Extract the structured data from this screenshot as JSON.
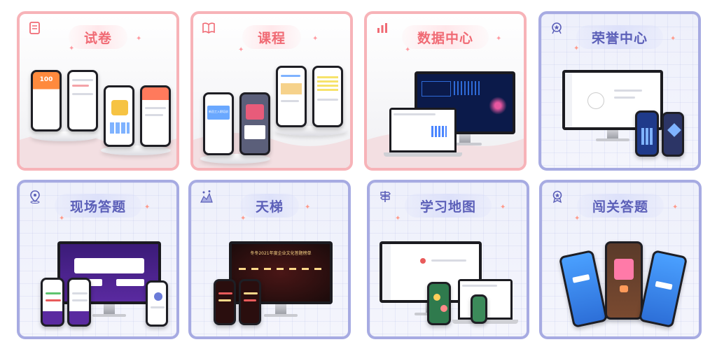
{
  "cards": [
    {
      "title": "试卷",
      "icon": "exam-paper-icon"
    },
    {
      "title": "课程",
      "icon": "course-book-icon"
    },
    {
      "title": "数据中心",
      "icon": "bar-chart-icon"
    },
    {
      "title": "荣誉中心",
      "icon": "honor-medal-icon"
    },
    {
      "title": "现场答题",
      "icon": "location-pin-icon"
    },
    {
      "title": "天梯",
      "icon": "ladder-ranking-icon"
    },
    {
      "title": "学习地图",
      "icon": "signpost-icon"
    },
    {
      "title": "闯关答题",
      "icon": "award-badge-icon"
    }
  ],
  "screens": {
    "exam_score": "100",
    "ladder_banner": "冬冬2021年度企业文化答题榜单",
    "course_badge": "新员工入职培训"
  },
  "colors": {
    "red_border": "#f7b3b8",
    "blue_border": "#a7abe2",
    "red_title": "#f06a74",
    "blue_title": "#5b5fb8"
  }
}
